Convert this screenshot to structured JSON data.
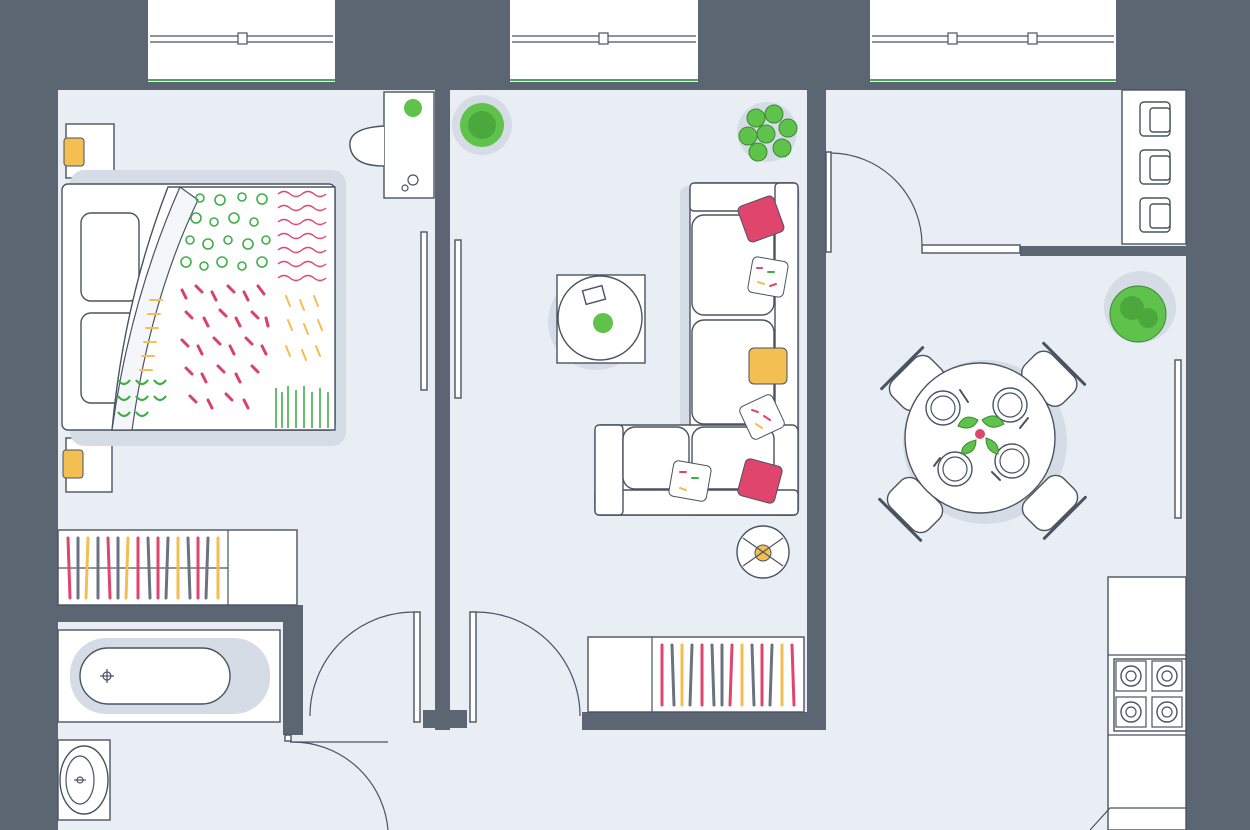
{
  "colors": {
    "wall": "#5c6673",
    "floor": "#e9eef5",
    "furniture_fill": "#ffffff",
    "line": "#4a5361",
    "accent_pink": "#e0456e",
    "accent_yellow": "#f3be52",
    "accent_green": "#3fae49",
    "plant_green": "#5fc24a",
    "book_gray": "#6b7280"
  },
  "icons": {
    "bed": "double-bed-icon",
    "sofa": "corner-sofa-icon",
    "dining": "round-dining-table-icon",
    "stove": "four-burner-stove-icon",
    "bathtub": "bathtub-icon",
    "sink": "washbasin-icon",
    "plant": "potted-plant-icon",
    "lamp": "floor-lamp-icon",
    "window": "window-icon",
    "door": "swing-door-icon"
  },
  "rooms": [
    "bedroom",
    "living-room",
    "kitchen-dining",
    "bathroom",
    "hallway"
  ]
}
